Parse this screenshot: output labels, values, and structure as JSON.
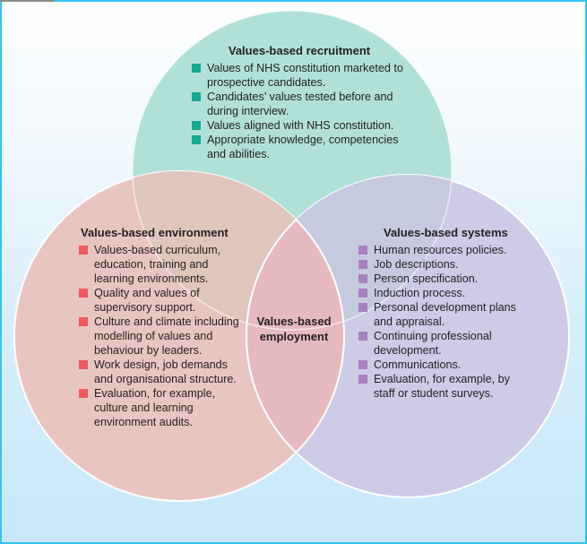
{
  "colors": {
    "recruitment_bullet": "#17a88f",
    "environment_bullet": "#ec5a64",
    "systems_bullet": "#a981c0",
    "recruitment_fill": "#b1e0d9",
    "environment_fill": "#e9c5c2",
    "systems_fill": "#cdcbe6",
    "border": "#35c4ec"
  },
  "circles": {
    "recruitment": {
      "title": "Values-based recruitment",
      "items": [
        "Values of NHS constitution marketed to prospective candidates.",
        "Candidates’ values tested before and during interview.",
        "Values aligned with NHS constitution.",
        "Appropriate knowledge, competencies and abilities."
      ]
    },
    "environment": {
      "title": "Values-based environment",
      "items": [
        "Values-based curriculum, education, training and learning environments.",
        "Quality and values of supervisory support.",
        "Culture and climate including modelling of values and behaviour by leaders.",
        "Work design, job demands and organisational structure.",
        "Evaluation, for example, culture and learning environment audits."
      ]
    },
    "systems": {
      "title": "Values-based systems",
      "items": [
        "Human resources policies.",
        "Job descriptions.",
        "Person specification.",
        "Induction process.",
        "Personal development plans and appraisal.",
        "Continuing professional development.",
        "Communications.",
        "Evaluation, for example, by staff or student surveys."
      ]
    }
  },
  "center": {
    "line1": "Values-based",
    "line2": "employment"
  }
}
